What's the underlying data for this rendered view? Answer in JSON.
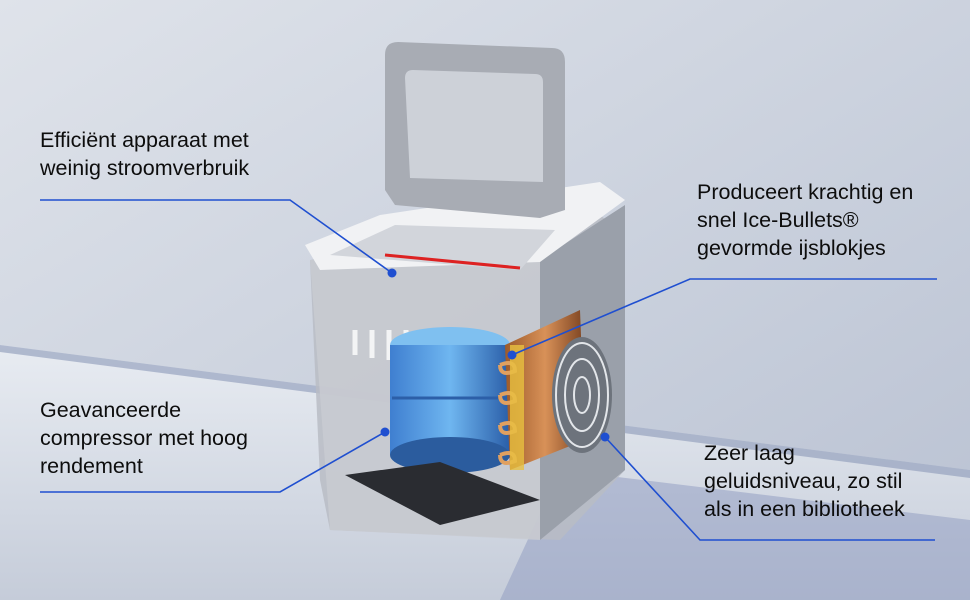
{
  "callouts": [
    {
      "lines": [
        "Efficiënt apparaat met",
        "weinig stroomverbruik"
      ]
    },
    {
      "lines": [
        "Produceert krachtig en",
        "snel Ice-Bullets®",
        "gevormde ijsblokjes"
      ]
    },
    {
      "lines": [
        "Geavanceerde",
        "compressor met hoog",
        "rendement"
      ]
    },
    {
      "lines": [
        "Zeer laag",
        "geluidsniveau, zo stil",
        "als in een bibliotheek"
      ]
    }
  ],
  "colors": {
    "accent_line": "#1f4fd0",
    "background": "#c9d0dc"
  }
}
